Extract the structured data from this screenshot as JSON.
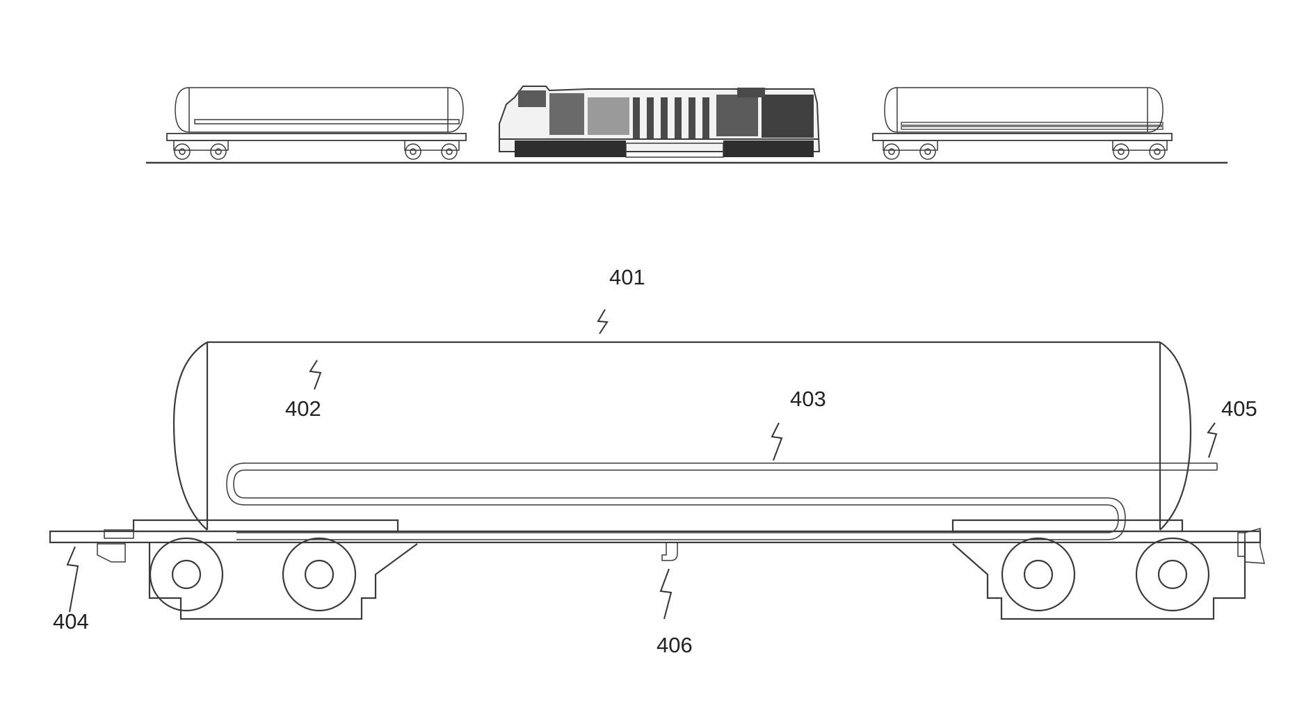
{
  "labels": {
    "tank_car": "401",
    "tank_interior": "402",
    "heating_coil": "403",
    "coupler": "404",
    "coil_outlet": "405",
    "drain_valve": "406"
  },
  "colors": {
    "line": "#3a3a3a",
    "locomotive_dark": "#4a4a4a",
    "background": "#ffffff"
  }
}
